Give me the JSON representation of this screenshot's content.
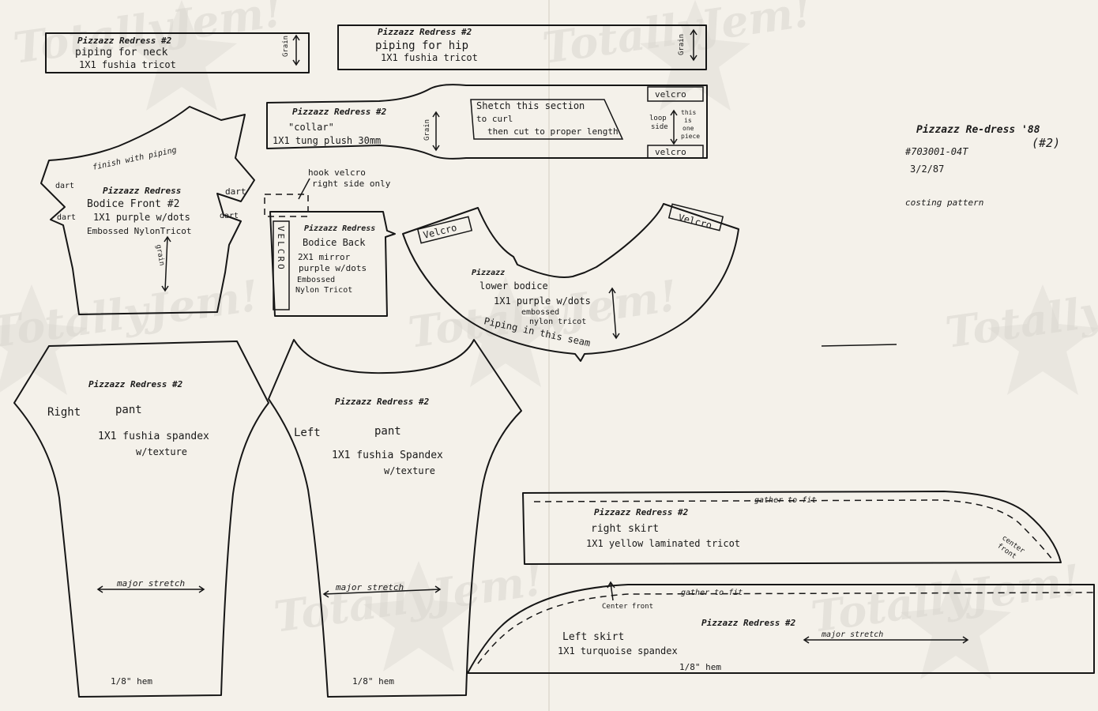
{
  "watermark": "TotallyJem!",
  "colors": {
    "paper": "#f4f1ea",
    "ink": "#161616",
    "watermark": "#d9d6cf"
  },
  "pieces": {
    "neck_piping": {
      "title": "Pizzazz Redress #2",
      "name": "piping for neck",
      "material": "1X1 fushia tricot",
      "grain": "Grain"
    },
    "hip_piping": {
      "title": "Pizzazz Redress #2",
      "name": "piping for hip",
      "material": "1X1 fushia tricot",
      "grain": "Grain"
    },
    "collar": {
      "title": "Pizzazz Redress #2",
      "name": "\"collar\"",
      "material": "1X1 tung plush 30mm",
      "grain": "Grain",
      "note_line1": "Shetch this section",
      "note_line2": "to curl",
      "note_line3": "then cut to proper length",
      "velcro_top": "velcro",
      "velcro_bottom": "velcro",
      "loop_side_1": "loop",
      "loop_side_2": "side",
      "one_piece_1": "this",
      "one_piece_2": "is",
      "one_piece_3": "one",
      "one_piece_4": "piece"
    },
    "bodice_front": {
      "finish": "finish with piping",
      "title": "Pizzazz Redress",
      "name": "Bodice Front #2",
      "material_1": "1X1 purple w/dots",
      "material_2": "Embossed NylonTricot",
      "dart": "dart",
      "grain": "grain"
    },
    "bodice_back": {
      "hook_note_1": "hook velcro",
      "hook_note_2": "right side only",
      "velcro": "VELCRO",
      "title": "Pizzazz Redress",
      "name": "Bodice Back",
      "material_1": "2X1 mirror",
      "material_2": "purple w/dots",
      "material_3": "Embossed",
      "material_4": "Nylon Tricot"
    },
    "lower_bodice": {
      "velcro": "Velcro",
      "title": "Pizzazz",
      "name": "lower bodice",
      "material_1": "1X1 purple w/dots",
      "material_2": "embossed",
      "material_3": "nylon tricot",
      "piping_note": "Piping in this seam"
    },
    "right_pant": {
      "title": "Pizzazz Redress #2",
      "side": "Right",
      "name": "pant",
      "material_1": "1X1 fushia spandex",
      "material_2": "w/texture",
      "stretch": "major stretch",
      "hem": "1/8\" hem"
    },
    "left_pant": {
      "title": "Pizzazz Redress #2",
      "side": "Left",
      "name": "pant",
      "material_1": "1X1 fushia Spandex",
      "material_2": "w/texture",
      "stretch": "major stretch",
      "hem": "1/8\" hem"
    },
    "right_skirt": {
      "gather": "gather to fit",
      "title": "Pizzazz Redress #2",
      "name": "right skirt",
      "material": "1X1 yellow laminated tricot",
      "center_1": "center",
      "center_2": "front"
    },
    "left_skirt": {
      "gather": "gather to fit",
      "center_front": "Center front",
      "title": "Pizzazz Redress #2",
      "name": "Left skirt",
      "material": "1X1 turquoise spandex",
      "stretch": "major stretch",
      "hem": "1/8\" hem"
    }
  },
  "info": {
    "title": "Pizzazz Re-dress '88",
    "number": "#703001-04T",
    "variant": "(#2)",
    "date": "3/2/87",
    "note": "costing pattern"
  }
}
